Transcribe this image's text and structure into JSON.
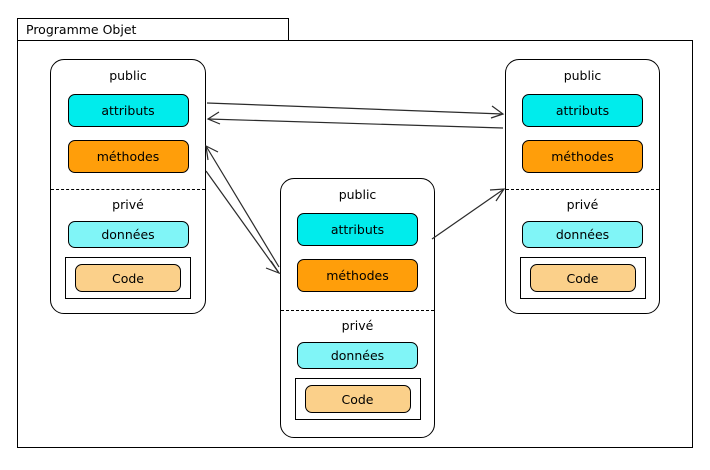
{
  "package": {
    "title": "Programme Objet"
  },
  "labels": {
    "public": "public",
    "prive": "privé",
    "attributs": "attributs",
    "methodes": "méthodes",
    "donnees": "données",
    "code": "Code"
  },
  "colors": {
    "attributs": "#00ECEC",
    "methodes": "#FF9E0A",
    "donnees": "#80F5F7",
    "code": "#FBD08A",
    "outline": "#000000",
    "background": "#FFFFFF"
  },
  "objects": [
    {
      "id": "object-left",
      "public_label": "public",
      "prive_label": "privé",
      "slots": {
        "attributs": "attributs",
        "methodes": "méthodes",
        "donnees": "données",
        "code": "Code"
      }
    },
    {
      "id": "object-center",
      "public_label": "public",
      "prive_label": "privé",
      "slots": {
        "attributs": "attributs",
        "methodes": "méthodes",
        "donnees": "données",
        "code": "Code"
      }
    },
    {
      "id": "object-right",
      "public_label": "public",
      "prive_label": "privé",
      "slots": {
        "attributs": "attributs",
        "methodes": "méthodes",
        "donnees": "données",
        "code": "Code"
      }
    }
  ],
  "connections": [
    {
      "id": "left-attributs-to-right-attributs",
      "from": "object-left",
      "to": "object-right",
      "direction": "right"
    },
    {
      "id": "right-attributs-to-left-attributs",
      "from": "object-right",
      "to": "object-left",
      "direction": "left"
    },
    {
      "id": "center-methodes-to-left-methodes",
      "from": "object-center",
      "to": "object-left",
      "direction": "up-left"
    },
    {
      "id": "left-methodes-to-center-methodes",
      "from": "object-left",
      "to": "object-center",
      "direction": "down-right"
    },
    {
      "id": "center-to-right-prive",
      "from": "object-center",
      "to": "object-right",
      "direction": "up-right"
    }
  ]
}
